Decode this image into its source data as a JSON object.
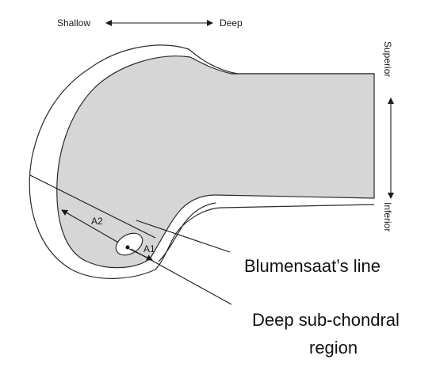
{
  "orientation": {
    "horizontal_left": "Shallow",
    "horizontal_right": "Deep",
    "vertical_top": "Superior",
    "vertical_bottom": "Inferior"
  },
  "labels": {
    "a2": "A2",
    "a1": "A1",
    "blumensaat": "Blumensaat’s line",
    "deep_line1": "Deep sub-chondral",
    "deep_line2": "region"
  },
  "colors": {
    "bone_fill": "#d6d6d6",
    "stroke": "#2b2b2b"
  }
}
